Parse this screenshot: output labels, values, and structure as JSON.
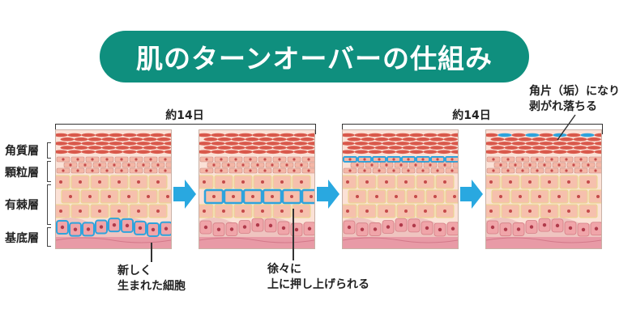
{
  "title": "肌のターンオーバーの仕組み",
  "brackets": [
    "約14日",
    "約14日"
  ],
  "layers": [
    "角質層",
    "顆粒層",
    "有棘層",
    "基底層"
  ],
  "annotations": {
    "new_cells": [
      "新しく",
      "生まれた細胞"
    ],
    "pushed_up": [
      "徐々に",
      "上に押し上げられる"
    ],
    "shed": [
      "角片（垢）になり",
      "剥がれ落ちる"
    ]
  },
  "colors": {
    "title_bg": "#0f8f7e",
    "arrow": "#29a8e0",
    "highlight": "#2fa3dc",
    "stratum_corneum": "#d9584b",
    "granular": "#f4b7a7",
    "spinous": "#f6c0ad",
    "basal": "#f0a5a9"
  },
  "panels": [
    {
      "name": "panel-1",
      "highlight": "basal"
    },
    {
      "name": "panel-2",
      "highlight": "spinous"
    },
    {
      "name": "panel-3",
      "highlight": "granular"
    },
    {
      "name": "panel-4",
      "highlight": "corneum"
    }
  ]
}
